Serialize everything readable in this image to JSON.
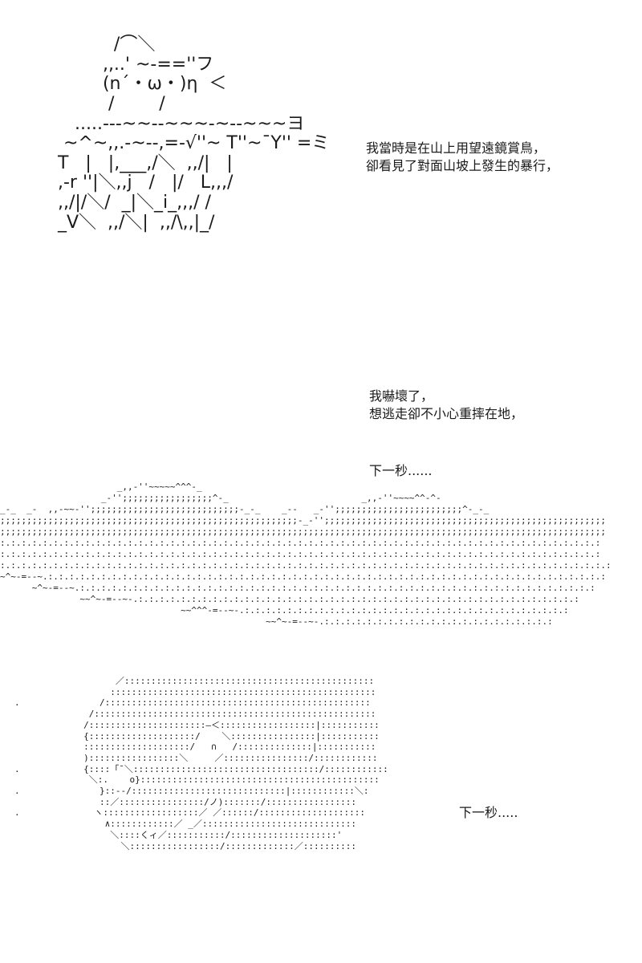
{
  "art": {
    "character_top": "          /⌒＼\n        ,,..' ~-==''フ\n        (n´・ω・)η  ＜\n         /        /\n   .....-‐-~~--~~~-~-‐~~~ヨ\n ~^~,,.‐~‐-,=-√''~ T''~¯Y'' =ミ\nT   |   |,___,/＼  ,,/|   |\n,-r ''|＼,,j   /   |/   L,,,/\n,,/|/＼/  _|＼_i_,,,/ /\n_V＼  ,,/＼|  ,,/\\,,|_/",
    "mountains": "                      _,,-''~~~~~^^^-_\n                   _-'';;;;;;;;;;;;;;;;;^-_                         _,,-''~~~~^^-^-\n_-_  _-  ,,-~~-'';;;;;;;;;;;;;;;;;;;;;;;;;;;;-_-_    _--   _-'';;;;;;;;;;;;;;;;;;;;;;;;^-_-_\n;;;;;;;;;;;;;;;;;;;;;;;;;;;;;;;;;;;;;;;;;;;;;;;;;;;;;;;;-_-'';;;;;;;;;;;;;;;;;;;;;;;;;;;;;;;;;;;;;;;;;;;;;;;;;;;;;\n;;;;;;;;;;;;;;;;;;;;;;;;;;;;;;;;;;;;;;;;;;;;;;;;;;;;;;;;;;;;;;;;;;;;;;;;;;;;;;;;;;;;;;;;;;;;;;;;;;;;;;;;;;;;;;;;;;\n:.:.:.:.:.:.:.:.:.:.:.:.:.:.:.:.:.:.:.:.:.:.:.:.:.:.:.:.:.:.:.:.:.:.:.:.:.:.:.:.:.:.:.:.:.:.:.:.:.:.:.:.:.:.:.:.:\n:.:.:.:.:.:.:.:.:.:.:.:.:.:.:.:.:.:.:.:.:.:.:.:.:.:.:.:.:.:.:.:.:.:.:.:.:.:.:.:.:.:.:.:.:.:.:.:.:.:.:.:.:.:.:.:.:\n:.:.:.:.:.:.:.:.:.:.:.:.:.:.:.:.:.:.:.:.:.:.:.:.:.:.:.:.:.:.:.:.:.:.:.:.:.:.:.:.:.:.:.:.:.:.:.:.:.:.:.:.:.:.:.:.:.:\n~^~-=--~.:.:.:.:.:.:.:.:.:.:.:.:.:.:.:.:.:.:.:.:.:.:.:.:.:.:.:.:.:.:.:.:.:.:.:.:.:.:.:.:.:.:.:.:.:.:.:.:.:.:.:.:.:\n      ~^~-=--~.:.:.:.:.:.:.:.:.:.:.:.:.:.:.:.:.:.:.:.:.:.:.:.:.:.:.:.:.:.:.:.:.:.:.:.:.:.:.:.:.:.:.:.:.:.:.:.:.:\n               ~~^~-=--~-.:.:.:.:.:.:.:.:.:.:.:.:.:.:.:.:.:.:.:.:.:.:.:.:.:.:.:.:.:.:.:.:.:.:.:.:.:.:.:.:.:.:\n                                  ~~^^^-=--~-.:.:.:.:.:.:.:.:.:.:.:.:.:.:.:.:.:.:.:.:.:.:.:.:.:.:.:.:.:.:.:\n                                                  ~~^~-=--~-.:.:.:.:.:.:.:.:.:.:.:.:.:.:.:.:.:.:.:.:.:.:",
    "moon": "                   ／:::::::::::::::::::::::::::::::::::::::::::::::\n                  ::::::::::::::::::::::::::::::::::::::::::::::::::\n.               /::::::::::::::::::::::::::::::::::::::::::::::::::\n              /:::::::::::::::::::::::::::::::::::::::::::::::::::::\n             /::::::::::::::::::::::—＜::::::::::::::::::|:::::::::::\n             {::::::::::::::::::::/    ＼::::::::::::::::|:::::::::::\n             ::::::::::::::::::::/   ∩   /::::::::::::::|:::::::::::\n             ):::::::::::::::::＼     ／::::::::::::::::/::::::::::::\n.            {::::「¯＼:::::::::::::::::::::::::::::::::::/::::::::::::\n              ＼:.    o}:::::::::::::::::::::::::::::::::::::::::::::\n.               }::-‐/:::::::::::::::::::::::::::::|::::::::::::＼:\n                ::／::::::::::::::::/ノ):::::::/:::::::::::::::::\n.              ヽ::::::::::::::::::／ ／::::::/::::::::::::::::::::\n                 ∧::::::::::::／ _／:::::::::::::::::::::::::::::\n                  ＼::::くィ／:::::::::::/::::::::::::::::::::'\n                    ＼:::::::::::::::::/:::::::::::::／::::::::::"
  },
  "text": {
    "block1": {
      "line1": "我當時是在山上用望遠鏡賞鳥，",
      "line2": "卻看見了對面山坡上發生的暴行，"
    },
    "block2": {
      "line1": "我嚇壞了，",
      "line2": "想逃走卻不小心重摔在地，"
    },
    "block3": {
      "line1": "下一秒......"
    },
    "block4": {
      "line1": "下一秒....."
    }
  }
}
